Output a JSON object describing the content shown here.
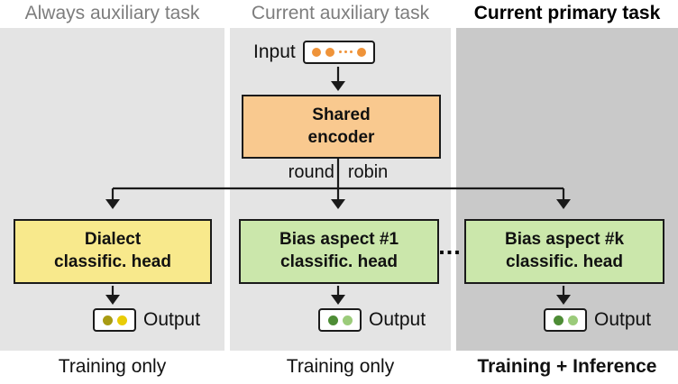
{
  "colors": {
    "col_light_bg": "#e4e4e4",
    "col_dark_bg": "#c9c9c9",
    "header_muted": "#7d7d7d",
    "encoder_fill": "#f9c98f",
    "dialect_fill": "#f8e98c",
    "bias_fill": "#cbe7ab",
    "input_dot": "#ef9339",
    "dialect_out_dot_a": "#a89b13",
    "dialect_out_dot_b": "#e9cc07",
    "bias_out_dot_a": "#4d8c35",
    "bias_out_dot_b": "#9bcb7a"
  },
  "columns": [
    {
      "header": "Always auxiliary task",
      "head_box": "Dialect\nclassific. head",
      "output_label": "Output",
      "footer": "Training only"
    },
    {
      "header": "Current auxiliary task",
      "head_box": "Bias aspect #1\nclassific. head",
      "output_label": "Output",
      "footer": "Training only"
    },
    {
      "header": "Current primary task",
      "head_box": "Bias aspect #k\nclassific. head",
      "output_label": "Output",
      "footer": "Training + Inference"
    }
  ],
  "input": {
    "label": "Input"
  },
  "encoder": {
    "label": "Shared\nencoder"
  },
  "round_robin": {
    "left": "round",
    "right": "robin"
  },
  "ellipsis": "..."
}
